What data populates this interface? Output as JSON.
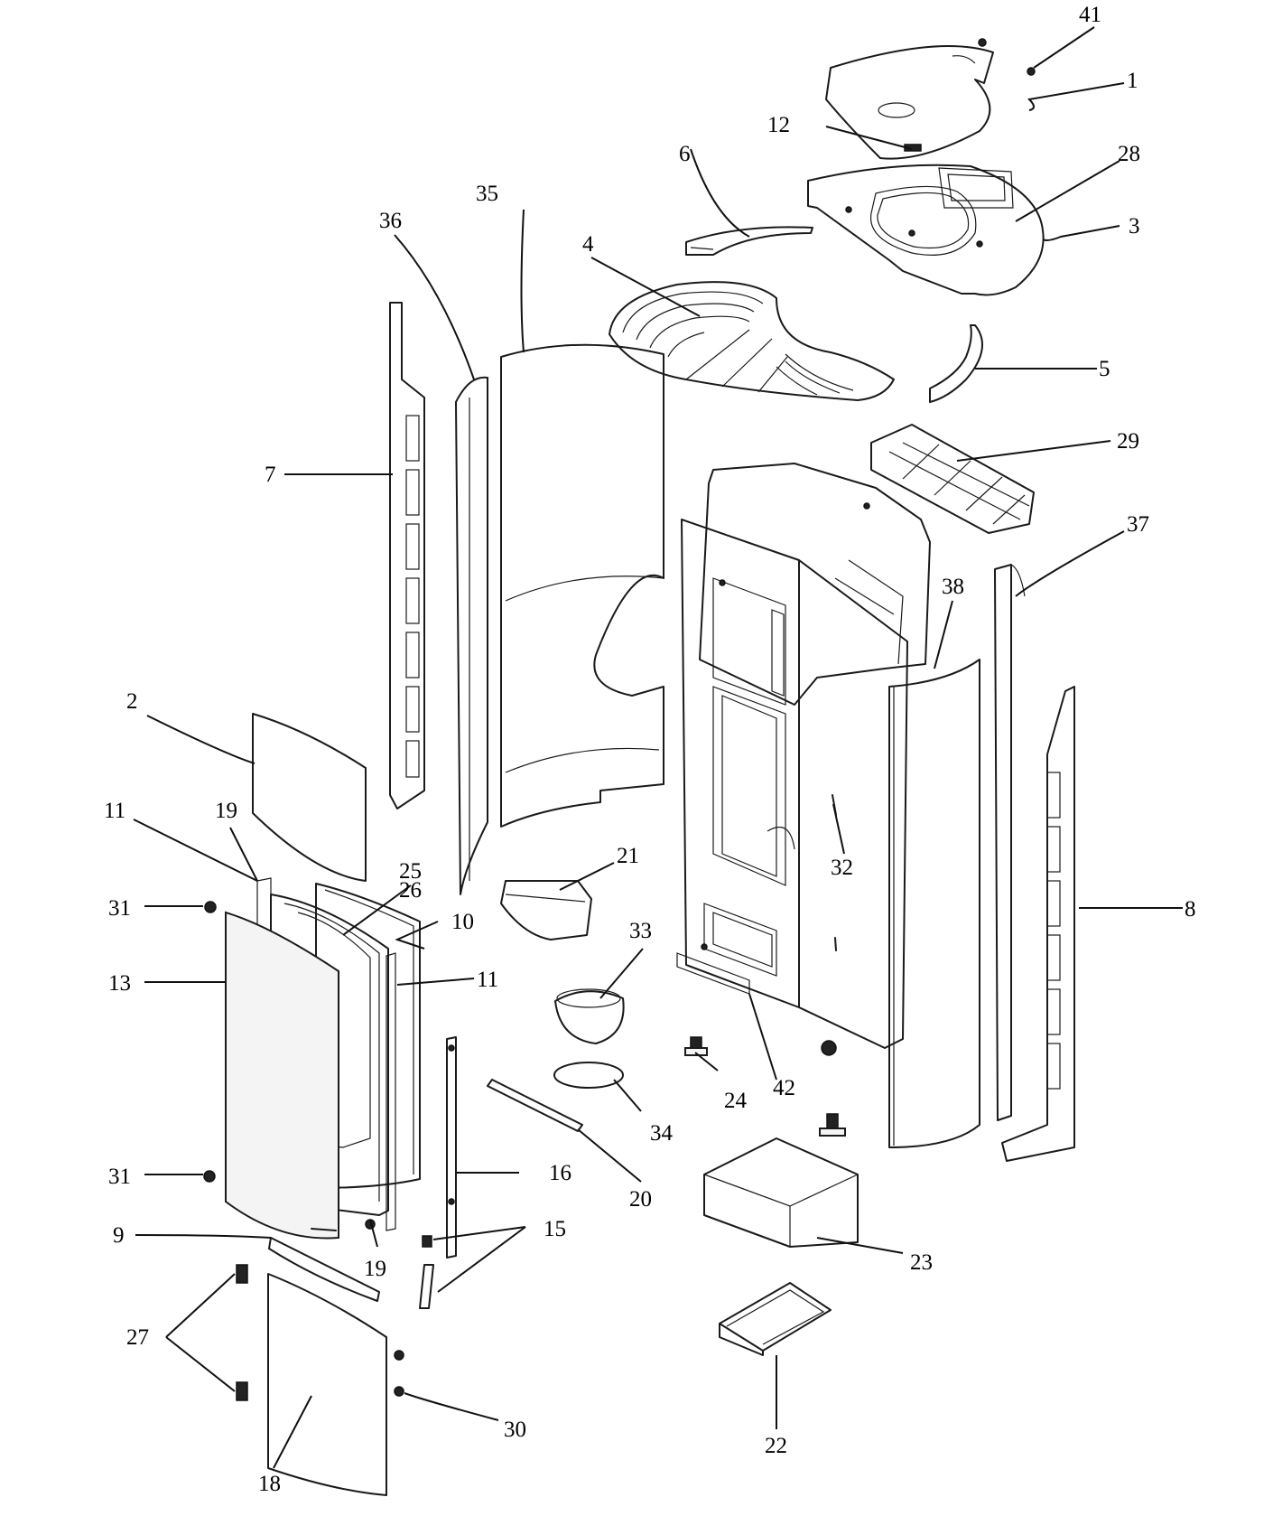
{
  "callouts": [
    {
      "id": "c41",
      "text": "41"
    },
    {
      "id": "c1",
      "text": "1"
    },
    {
      "id": "c12",
      "text": "12"
    },
    {
      "id": "c28",
      "text": "28"
    },
    {
      "id": "c3",
      "text": "3"
    },
    {
      "id": "c6",
      "text": "6"
    },
    {
      "id": "c35",
      "text": "35"
    },
    {
      "id": "c36",
      "text": "36"
    },
    {
      "id": "c4",
      "text": "4"
    },
    {
      "id": "c5",
      "text": "5"
    },
    {
      "id": "c29",
      "text": "29"
    },
    {
      "id": "c7",
      "text": "7"
    },
    {
      "id": "c37",
      "text": "37"
    },
    {
      "id": "c38",
      "text": "38"
    },
    {
      "id": "c2",
      "text": "2"
    },
    {
      "id": "c11a",
      "text": "11"
    },
    {
      "id": "c19a",
      "text": "19"
    },
    {
      "id": "c25",
      "text": "25"
    },
    {
      "id": "c26",
      "text": "26"
    },
    {
      "id": "c21",
      "text": "21"
    },
    {
      "id": "c31a",
      "text": "31"
    },
    {
      "id": "c10",
      "text": "10"
    },
    {
      "id": "c32",
      "text": "32"
    },
    {
      "id": "c8",
      "text": "8"
    },
    {
      "id": "c33",
      "text": "33"
    },
    {
      "id": "c13",
      "text": "13"
    },
    {
      "id": "c11b",
      "text": "11"
    },
    {
      "id": "c24",
      "text": "24"
    },
    {
      "id": "c42",
      "text": "42"
    },
    {
      "id": "c34",
      "text": "34"
    },
    {
      "id": "c31b",
      "text": "31"
    },
    {
      "id": "c16",
      "text": "16"
    },
    {
      "id": "c20",
      "text": "20"
    },
    {
      "id": "c9",
      "text": "9"
    },
    {
      "id": "c15",
      "text": "15"
    },
    {
      "id": "c19b",
      "text": "19"
    },
    {
      "id": "c23",
      "text": "23"
    },
    {
      "id": "c27",
      "text": "27"
    },
    {
      "id": "c30",
      "text": "30"
    },
    {
      "id": "c22",
      "text": "22"
    },
    {
      "id": "c18",
      "text": "18"
    }
  ]
}
